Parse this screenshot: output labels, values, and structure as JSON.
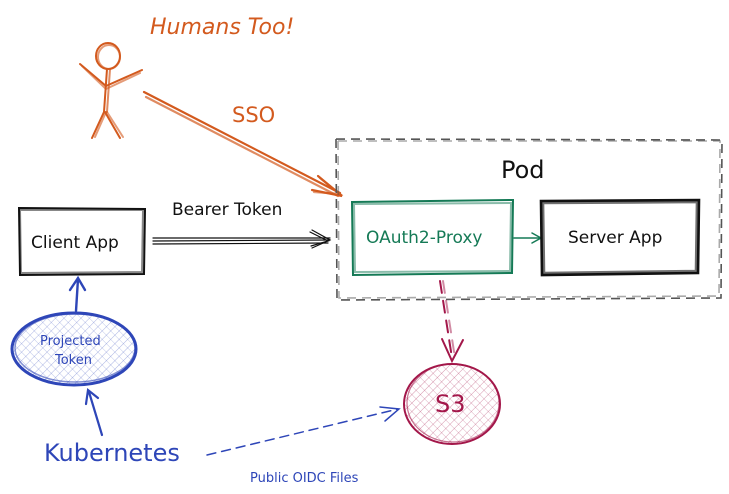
{
  "colors": {
    "orange": "#d35a1e",
    "green": "#157a56",
    "crimson": "#a3174a",
    "blue": "#2e46b8",
    "black": "#111111",
    "gray": "#555555",
    "s3_fill": "#e6d7dd",
    "token_fill": "#d9dced"
  },
  "labels": {
    "humans_too": "Humans Too!",
    "sso": "SSO",
    "pod": "Pod",
    "bearer_token": "Bearer Token",
    "client_app": "Client App",
    "oauth2_proxy": "OAuth2-Proxy",
    "server_app": "Server App",
    "projected_token_line1": "Projected",
    "projected_token_line2": "Token",
    "s3": "S3",
    "kubernetes": "Kubernetes",
    "public_oidc_files": "Public OIDC Files"
  },
  "icons": {
    "human": "stick-figure-icon",
    "storage": "s3-bucket-icon"
  }
}
